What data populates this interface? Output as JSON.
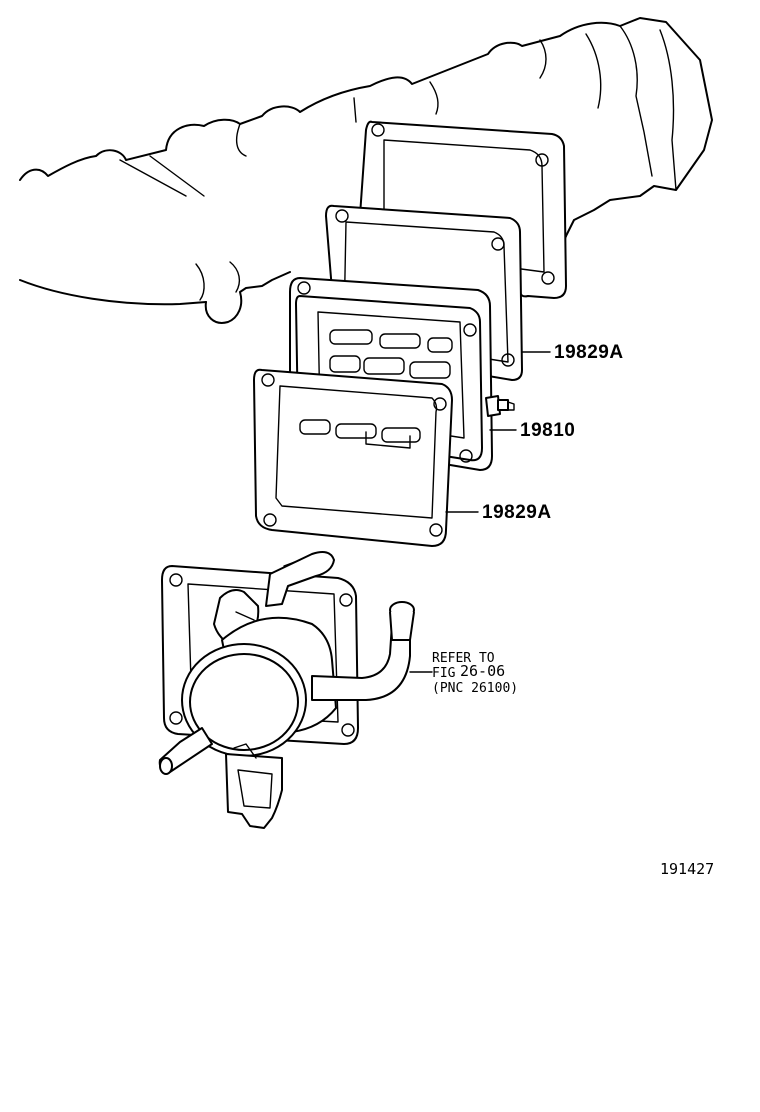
{
  "callouts": {
    "gasket_upper": "19829A",
    "valve": "19810",
    "gasket_lower": "19829A"
  },
  "reference": {
    "line1": "REFER TO",
    "line2_prefix": "FIG",
    "line2_figure": "26-06",
    "line3": "(PNC 26100)"
  },
  "figure_number": "191427"
}
